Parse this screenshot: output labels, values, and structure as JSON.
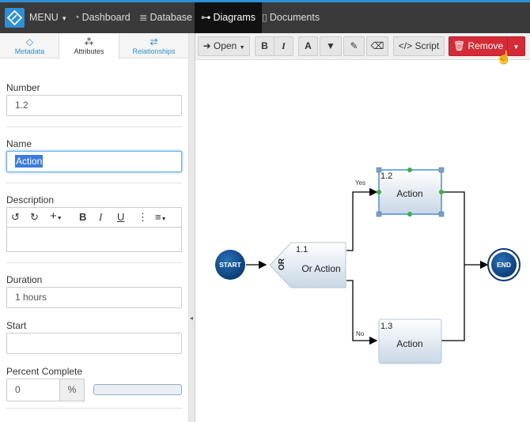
{
  "topnav": {
    "menu_label": "MENU",
    "items": [
      {
        "label": "Dashboard"
      },
      {
        "label": "Database"
      },
      {
        "label": "Diagrams"
      },
      {
        "label": "Documents"
      }
    ]
  },
  "sidebar": {
    "tabs": [
      {
        "label": "Metadata"
      },
      {
        "label": "Attributes"
      },
      {
        "label": "Relationships"
      }
    ],
    "fields": {
      "number_label": "Number",
      "number_value": "1.2",
      "name_label": "Name",
      "name_value": "Action",
      "description_label": "Description",
      "duration_label": "Duration",
      "duration_value": "1 hours",
      "start_label": "Start",
      "start_value": "",
      "percent_label": "Percent Complete",
      "percent_value": "0",
      "percent_addon": "%",
      "percent_progress": 0
    }
  },
  "toolbar": {
    "open_label": "Open",
    "bold": "B",
    "italic": "I",
    "font": "A",
    "script_label": "Script",
    "remove_label": "Remove"
  },
  "diagram": {
    "start_label": "START",
    "end_label": "END",
    "or_node": {
      "number": "1.1",
      "tag": "OR",
      "label": "Or Action"
    },
    "action_yes": {
      "number": "1.2",
      "label": "Action"
    },
    "action_no": {
      "number": "1.3",
      "label": "Action"
    },
    "yes_label": "Yes",
    "no_label": "No"
  },
  "colors": {
    "accent": "#2f8fd6",
    "danger": "#d52b36",
    "node_dark": "#0b4a8b"
  }
}
